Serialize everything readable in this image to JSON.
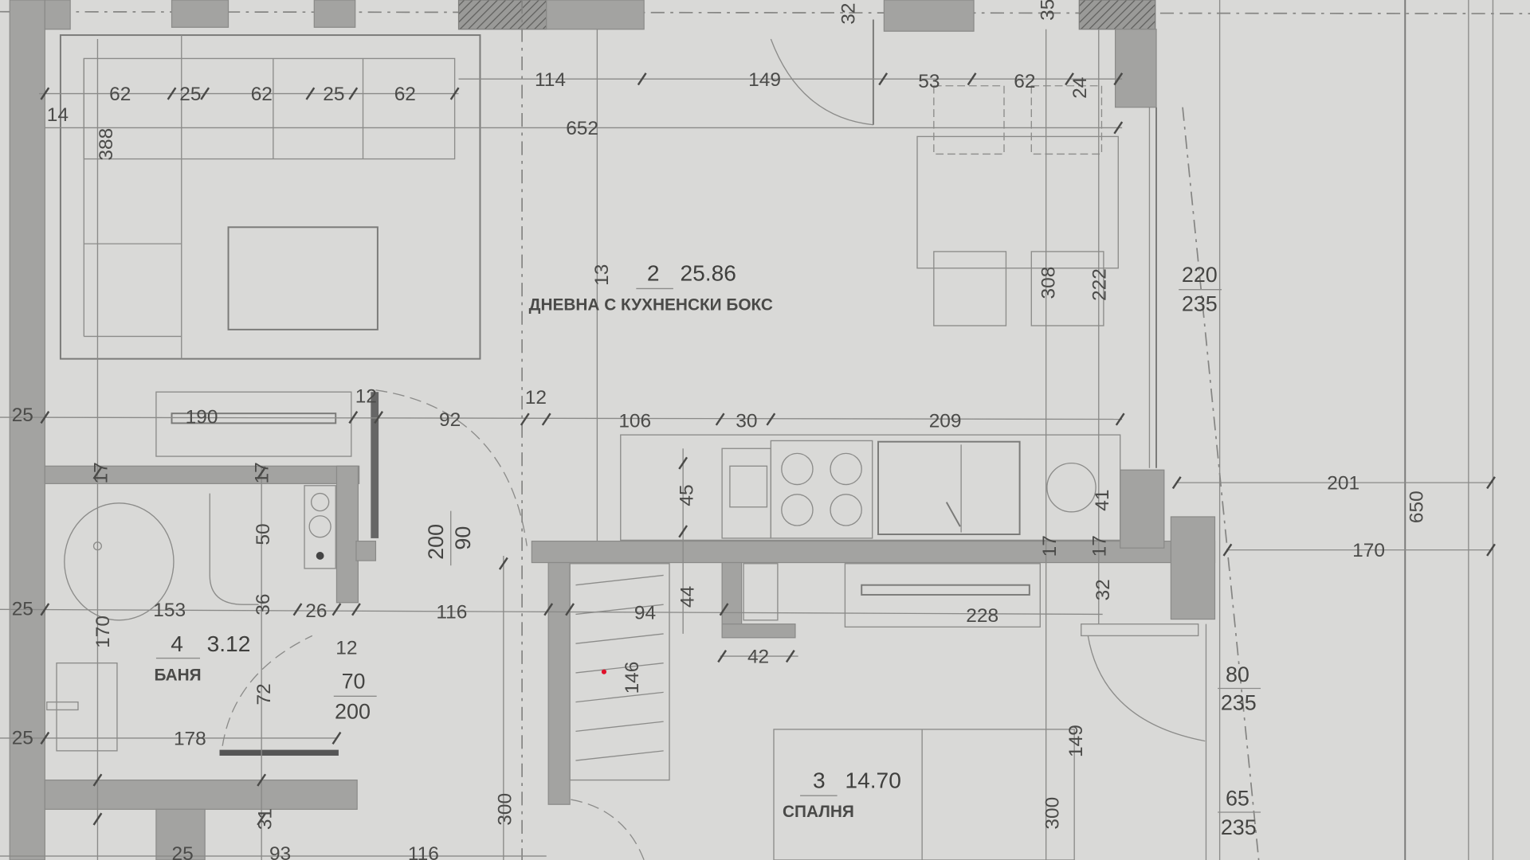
{
  "rooms": [
    {
      "number": "2",
      "area": "25.86",
      "name": "ДНЕВНА С КУХНЕНСКИ БОКС"
    },
    {
      "number": "4",
      "area": "3.12",
      "name": "БАНЯ"
    },
    {
      "number": "3",
      "area": "14.70",
      "name": "СПАЛНЯ"
    }
  ],
  "openings": [
    {
      "top": "200",
      "bottom": "90"
    },
    {
      "top": "70",
      "bottom": "200"
    },
    {
      "top": "220",
      "bottom": "235"
    },
    {
      "top": "80",
      "bottom": "235"
    },
    {
      "top": "65",
      "bottom": "235"
    }
  ],
  "dimensions": [
    "62",
    "25",
    "62",
    "25",
    "62",
    "14",
    "114",
    "149",
    "53",
    "62",
    "24",
    "652",
    "388",
    "13",
    "308",
    "222",
    "25",
    "190",
    "12",
    "92",
    "12",
    "106",
    "30",
    "209",
    "45",
    "41",
    "201",
    "650",
    "170",
    "25",
    "153",
    "36",
    "50",
    "26",
    "116",
    "94",
    "44",
    "228",
    "32",
    "12",
    "170",
    "72",
    "42",
    "146",
    "25",
    "178",
    "149",
    "300",
    "300",
    "31",
    "25",
    "93",
    "116",
    "32",
    "35",
    "17",
    "17",
    "17",
    "17"
  ]
}
